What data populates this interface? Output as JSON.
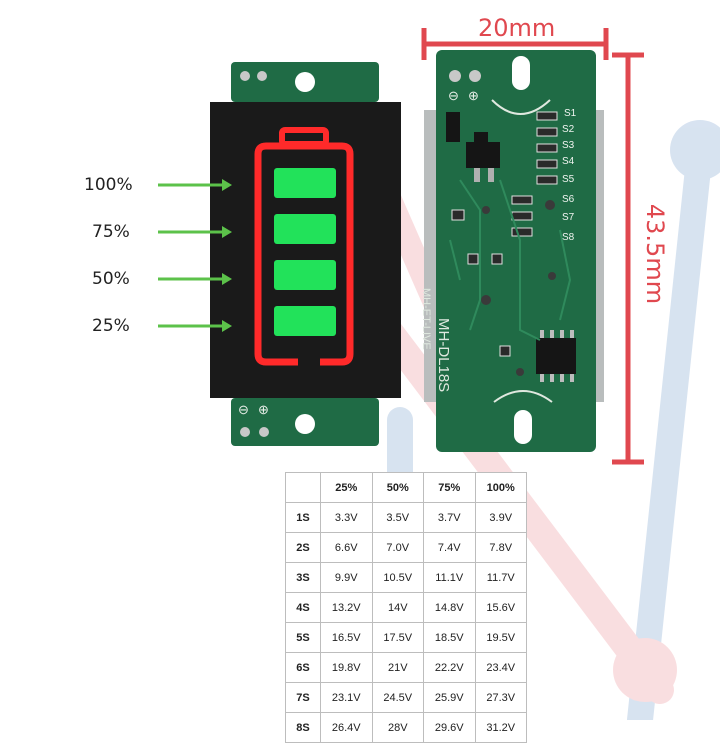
{
  "dimensions": {
    "width": "20mm",
    "height": "43.5mm"
  },
  "levels": [
    "100%",
    "75%",
    "50%",
    "25%"
  ],
  "pcb": {
    "model": "MH-DL18S",
    "brand": "MH-ET-LIVE",
    "minus": "⊖",
    "plus": "⊕",
    "s_labels": [
      "S1",
      "S2",
      "S3",
      "S4",
      "S5",
      "S6",
      "S7",
      "S8"
    ]
  },
  "table": {
    "columns": [
      "",
      "25%",
      "50%",
      "75%",
      "100%"
    ],
    "rows": [
      {
        "label": "1S",
        "values": [
          "3.3V",
          "3.5V",
          "3.7V",
          "3.9V"
        ]
      },
      {
        "label": "2S",
        "values": [
          "6.6V",
          "7.0V",
          "7.4V",
          "7.8V"
        ]
      },
      {
        "label": "3S",
        "values": [
          "9.9V",
          "10.5V",
          "11.1V",
          "11.7V"
        ]
      },
      {
        "label": "4S",
        "values": [
          "13.2V",
          "14V",
          "14.8V",
          "15.6V"
        ]
      },
      {
        "label": "5S",
        "values": [
          "16.5V",
          "17.5V",
          "18.5V",
          "19.5V"
        ]
      },
      {
        "label": "6S",
        "values": [
          "19.8V",
          "21V",
          "22.2V",
          "23.4V"
        ]
      },
      {
        "label": "7S",
        "values": [
          "23.1V",
          "24.5V",
          "25.9V",
          "27.3V"
        ]
      },
      {
        "label": "8S",
        "values": [
          "26.4V",
          "28V",
          "29.6V",
          "31.2V"
        ]
      }
    ]
  },
  "colors": {
    "pcb_green": "#1f6b45",
    "display_black": "#1a1a1a",
    "battery_red": "#ff2a2a",
    "cell_green": "#22e25a",
    "arrow_green": "#5cc24a",
    "dimension_red": "#e0484f"
  }
}
